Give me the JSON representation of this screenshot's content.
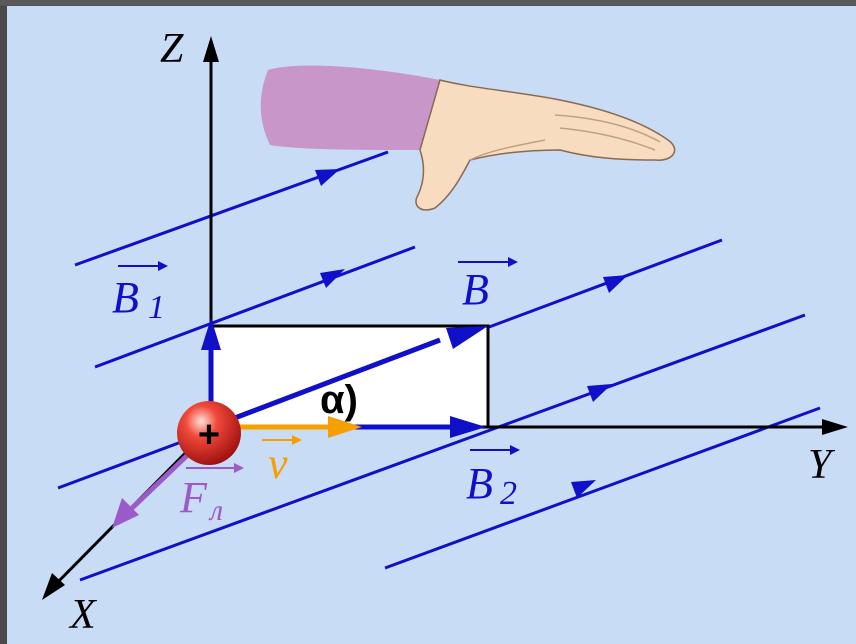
{
  "labels": {
    "axis_z": "Z",
    "axis_y": "Y",
    "axis_x": "X",
    "vec_b": "B",
    "vec_b1": "B",
    "vec_b1_sub": "1",
    "vec_b2": "B",
    "vec_b2_sub": "2",
    "vec_v": "v",
    "vec_f": "F",
    "vec_f_sub": "л",
    "angle": "α)",
    "charge_sign": "+"
  },
  "colors": {
    "background": "#c8dcf5",
    "field_lines": "#1010c8",
    "axes": "#000000",
    "velocity": "#f5a000",
    "force": "#9a5ac8",
    "charge": "#e02020",
    "sleeve": "#c896c8",
    "skin": "#f8dcc0"
  },
  "icons": {
    "hand": "left-hand-icon",
    "charge": "positive-charge-icon"
  }
}
